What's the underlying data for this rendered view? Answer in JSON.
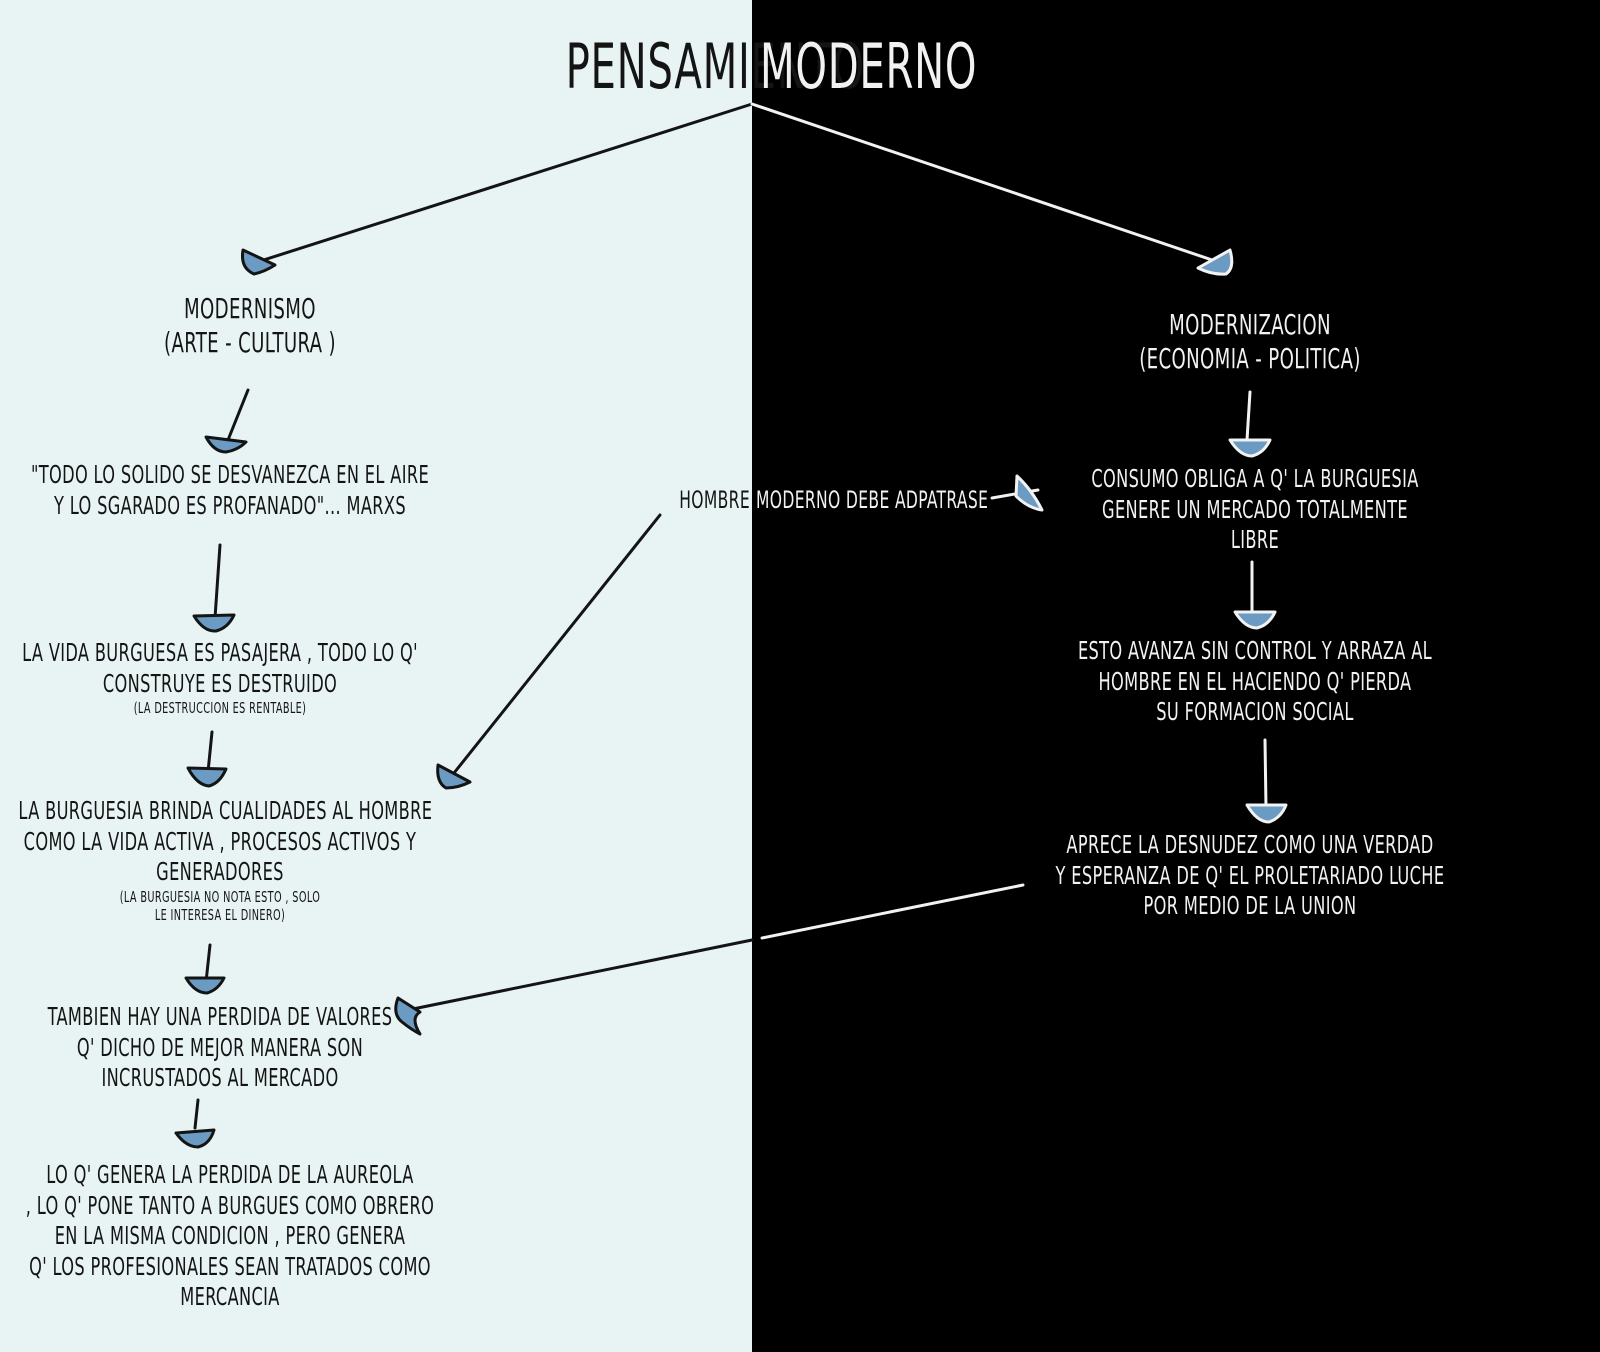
{
  "colors": {
    "left_bg": "#e8f4f4",
    "right_bg": "#000000",
    "arrowhead": "#6b9bc3",
    "ink_dark": "#141414",
    "ink_light": "#f2f2f2"
  },
  "title": {
    "left": "PENSAMIENTO",
    "right": "MODERNO"
  },
  "left": {
    "heading": [
      "MODERNISMO",
      "(ARTE - CULTURA )"
    ],
    "quote": [
      "\"TODO LO SOLIDO SE DESVANEZCA EN EL AIRE",
      "Y LO SGARADO ES PROFANADO\"... MARXS"
    ],
    "bourgeois_life": [
      "LA VIDA  BURGUESA ES PASAJERA , TODO LO Q'",
      "CONSTRUYE ES DESTRUIDO"
    ],
    "bourgeois_life_note": "(LA DESTRUCCION ES RENTABLE)",
    "qualities": [
      "LA BURGUESIA BRINDA CUALIDADES AL HOMBRE",
      "COMO LA VIDA ACTIVA , PROCESOS ACTIVOS Y",
      "GENERADORES"
    ],
    "qualities_note": [
      "(LA BURGUESIA NO NOTA ESTO , SOLO",
      "LE INTERESA EL DINERO)"
    ],
    "values_loss": [
      "TAMBIEN HAY UNA PERDIDA DE VALORES",
      "Q' DICHO DE MEJOR MANERA SON",
      "INCRUSTADOS AL MERCADO"
    ],
    "aureole": [
      "LO Q' GENERA LA PERDIDA DE LA AUREOLA",
      ", LO Q' PONE TANTO A BURGUES COMO OBRERO",
      "EN LA MISMA CONDICION , PERO GENERA",
      "Q' LOS PROFESIONALES SEAN TRATADOS COMO",
      "MERCANCIA"
    ]
  },
  "center": {
    "left": "HOMBRE",
    "right": "MODERNO DEBE ADPATRASE"
  },
  "right": {
    "heading": [
      "MODERNIZACION",
      "(ECONOMIA - POLITICA)"
    ],
    "consumption": [
      "CONSUMO OBLIGA A Q' LA BURGUESIA",
      "GENERE UN MERCADO TOTALMENTE",
      "LIBRE"
    ],
    "progress": [
      "ESTO AVANZA SIN CONTROL Y ARRAZA AL",
      "HOMBRE EN EL HACIENDO Q' PIERDA",
      "SU FORMACION SOCIAL"
    ],
    "nudity": [
      "APRECE LA DESNUDEZ COMO UNA VERDAD",
      "Y ESPERANZA DE Q' EL PROLETARIADO LUCHE",
      "POR MEDIO DE LA UNION"
    ]
  }
}
